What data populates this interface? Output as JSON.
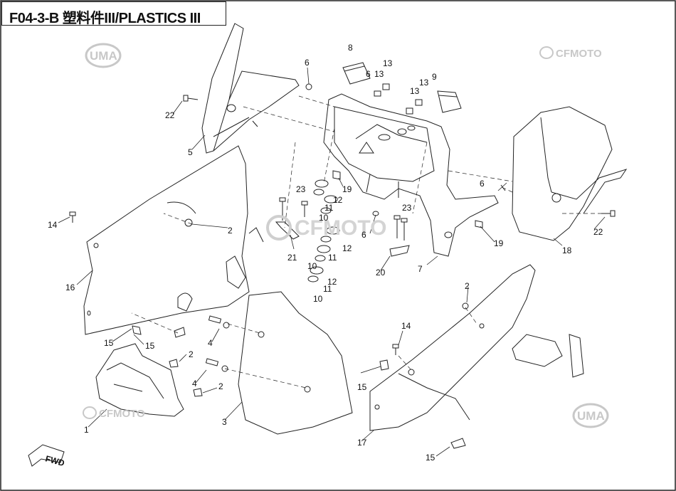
{
  "title": "F04-3-B 塑料件III/PLASTICS III",
  "watermarks": {
    "uma": "UMA",
    "cfmoto": "CFMOTO"
  },
  "fwd_label": "FWD",
  "callouts": {
    "c1": "1",
    "c2a": "2",
    "c2b": "2",
    "c2c": "2",
    "c2d": "2",
    "c3": "3",
    "c4a": "4",
    "c4b": "4",
    "c5": "5",
    "c6a": "6",
    "c6b": "6",
    "c6c": "6",
    "c6d": "6",
    "c7": "7",
    "c8": "8",
    "c9": "9",
    "c10a": "10",
    "c10b": "10",
    "c10c": "10",
    "c11a": "11",
    "c11b": "11",
    "c11c": "11",
    "c12a": "12",
    "c12b": "12",
    "c12c": "12",
    "c13a": "13",
    "c13b": "13",
    "c13c": "13",
    "c13d": "13",
    "c14a": "14",
    "c14b": "14",
    "c15a": "15",
    "c15b": "15",
    "c15c": "15",
    "c15d": "15",
    "c16": "16",
    "c17": "17",
    "c18": "18",
    "c19a": "19",
    "c19b": "19",
    "c20": "20",
    "c21": "21",
    "c22a": "22",
    "c22b": "22",
    "c23a": "23",
    "c23b": "23"
  },
  "colors": {
    "line": "#222222",
    "watermark": "#c8c8c8"
  }
}
